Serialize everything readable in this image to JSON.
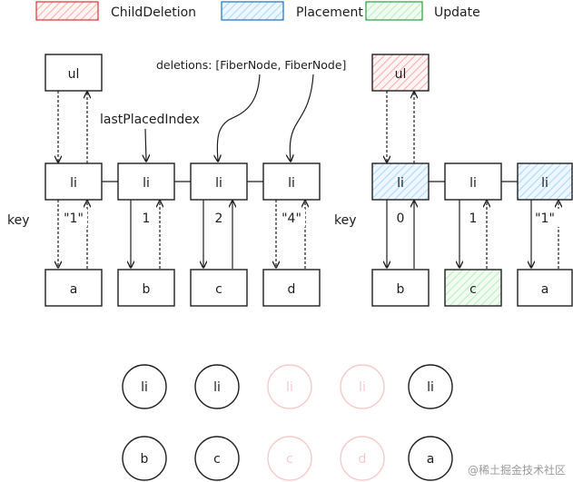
{
  "legend": [
    {
      "label": "ChildDeletion",
      "fill": "#ffc9c9",
      "stroke": "#e03131"
    },
    {
      "label": "Placement",
      "fill": "#a5d8ff",
      "stroke": "#1971c2"
    },
    {
      "label": "Update",
      "fill": "#b2f2bb",
      "stroke": "#2f9e44"
    }
  ],
  "left_tree": {
    "parent_label": "ul",
    "key_label": "key",
    "annotation_last_placed": "lastPlacedIndex",
    "annotation_deletions": "deletions: [FiberNode, FiberNode]",
    "columns": [
      {
        "li": "li",
        "key": "\"1\"",
        "child": "a"
      },
      {
        "li": "li",
        "key": "1",
        "child": "b"
      },
      {
        "li": "li",
        "key": "2",
        "child": "c"
      },
      {
        "li": "li",
        "key": "\"4\"",
        "child": "d"
      }
    ]
  },
  "right_tree": {
    "parent_label": "ul",
    "key_label": "key",
    "columns": [
      {
        "li": "li",
        "key": "0",
        "child": "b",
        "li_flag": "placement",
        "child_flag": "none"
      },
      {
        "li": "li",
        "key": "1",
        "child": "c",
        "li_flag": "none",
        "child_flag": "update"
      },
      {
        "li": "li",
        "key": "\"1\"",
        "child": "a",
        "li_flag": "placement",
        "child_flag": "none"
      }
    ]
  },
  "bottom_row_li": [
    {
      "label": "li",
      "faded": false
    },
    {
      "label": "li",
      "faded": false
    },
    {
      "label": "li",
      "faded": true
    },
    {
      "label": "li",
      "faded": true
    },
    {
      "label": "li",
      "faded": false
    }
  ],
  "bottom_row_children": [
    {
      "label": "b",
      "faded": false
    },
    {
      "label": "c",
      "faded": false
    },
    {
      "label": "c",
      "faded": true
    },
    {
      "label": "d",
      "faded": true
    },
    {
      "label": "a",
      "faded": false
    }
  ],
  "watermark": "@稀土掘金技术社区"
}
